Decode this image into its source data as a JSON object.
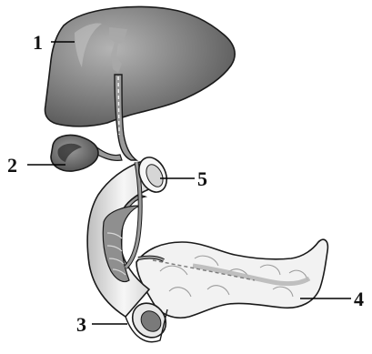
{
  "labels": {
    "liver": "1",
    "gallbladder": "2",
    "duodenum": "3",
    "pancreas": "4",
    "duodenum_wall": "5"
  },
  "colors": {
    "liver_fill": "#7d7d7d",
    "liver_highlight": "#a6a6a6",
    "duct_fill": "#9a9a9a",
    "duodenum_fill": "#ededed",
    "duodenum_lumen": "#8f8f8f",
    "pancreas_fill": "#f2f2f2",
    "outline": "#1a1a1a"
  }
}
